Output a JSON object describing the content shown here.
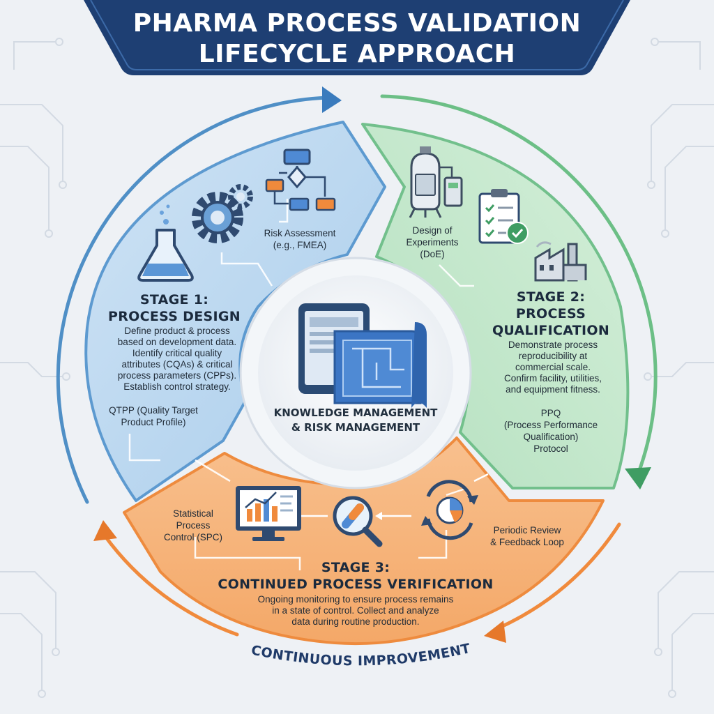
{
  "title": {
    "line1": "PHARMA PROCESS VALIDATION",
    "line2": "LIFECYCLE APPROACH"
  },
  "center": {
    "line1": "KNOWLEDGE MANAGEMENT",
    "line2": "& RISK MANAGEMENT"
  },
  "stages": [
    {
      "title_line1": "STAGE 1:",
      "title_line2": "PROCESS DESIGN",
      "description": [
        "Define product & process",
        "based on development data.",
        "Identify critical quality",
        "attributes (CQAs) & critical",
        "process parameters (CPPs).",
        "Establish control strategy."
      ],
      "labels": {
        "risk": [
          "Risk Assessment",
          "(e.g., FMEA)"
        ],
        "qtpp": [
          "QTPP (Quality Target",
          "Product Profile)"
        ]
      },
      "color": "#4f8fc6"
    },
    {
      "title_line1": "STAGE 2:",
      "title_line2": "PROCESS",
      "title_line3": "QUALIFICATION",
      "description": [
        "Demonstrate process",
        "reproducibility at",
        "commercial scale.",
        "Confirm facility, utilities,",
        "and equipment fitness."
      ],
      "labels": {
        "doe": [
          "Design of",
          "Experiments",
          "(DoE)"
        ],
        "ppq": [
          "PPQ",
          "(Process Performance",
          "Qualification)",
          "Protocol"
        ]
      },
      "color": "#6cbf86"
    },
    {
      "title_line1": "STAGE 3:",
      "title_line2": "CONTINUED PROCESS VERIFICATION",
      "description": [
        "Ongoing monitoring to ensure process remains",
        "in a state of control. Collect and analyze",
        "data during routine production."
      ],
      "labels": {
        "spc": [
          "Statistical",
          "Process",
          "Control (SPC)"
        ],
        "review": [
          "Periodic Review",
          "& Feedback Loop"
        ]
      },
      "color": "#f08a3c"
    }
  ],
  "footer": {
    "continuous": "CONTINUOUS IMPROVEMENT"
  },
  "colors": {
    "banner": "#1e3f73",
    "stage1": "#4f8fc6",
    "stage2": "#6cbf86",
    "stage3": "#f08a3c",
    "background": "#eef1f5"
  },
  "icons": [
    "flask-icon",
    "gears-icon",
    "flowchart-icon",
    "bioreactor-icon",
    "checklist-icon",
    "factory-icon",
    "monitor-chart-icon",
    "capsule-magnifier-icon",
    "cycle-pie-icon",
    "tablet-blueprint-icon"
  ]
}
